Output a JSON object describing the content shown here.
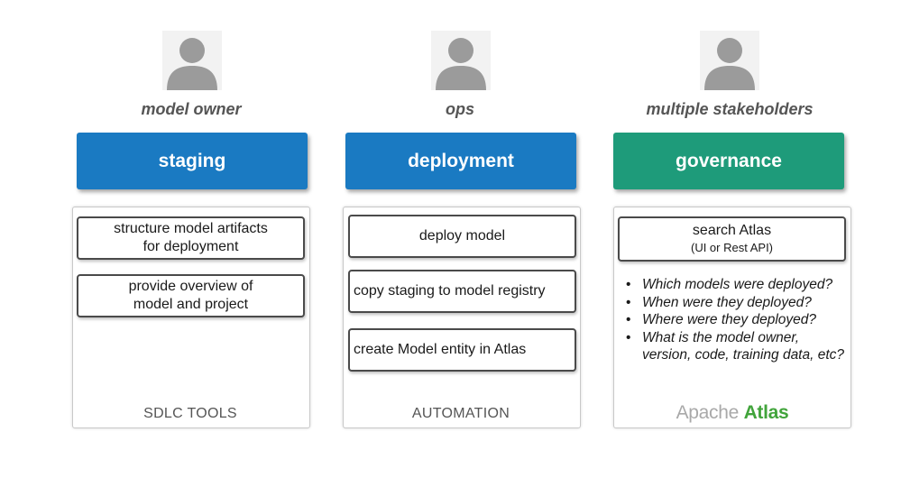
{
  "columns": [
    {
      "role": "model owner",
      "header": "staging",
      "header_color": "#1a7ac2",
      "steps": [
        {
          "line1": "structure model artifacts",
          "line2": "for deployment"
        },
        {
          "line1": "provide overview of",
          "line2": "model and project"
        }
      ],
      "footer": "SDLC TOOLS"
    },
    {
      "role": "ops",
      "header": "deployment",
      "header_color": "#1a7ac2",
      "steps": [
        {
          "line1": "deploy model"
        },
        {
          "line1": "copy staging to model registry"
        },
        {
          "line1": "create Model entity in Atlas"
        }
      ],
      "footer": "AUTOMATION"
    },
    {
      "role": "multiple stakeholders",
      "header": "governance",
      "header_color": "#1e9b7a",
      "search": {
        "title": "search Atlas",
        "subtitle": "(UI or Rest API)"
      },
      "questions": [
        "Which models were deployed?",
        "When were they deployed?",
        "Where were they deployed?",
        "What is the model owner, version, code, training data, etc?"
      ],
      "logo": {
        "apache": "Apache",
        "atlas": "Atlas"
      }
    }
  ],
  "icons": {
    "avatar": "user-avatar-icon"
  }
}
